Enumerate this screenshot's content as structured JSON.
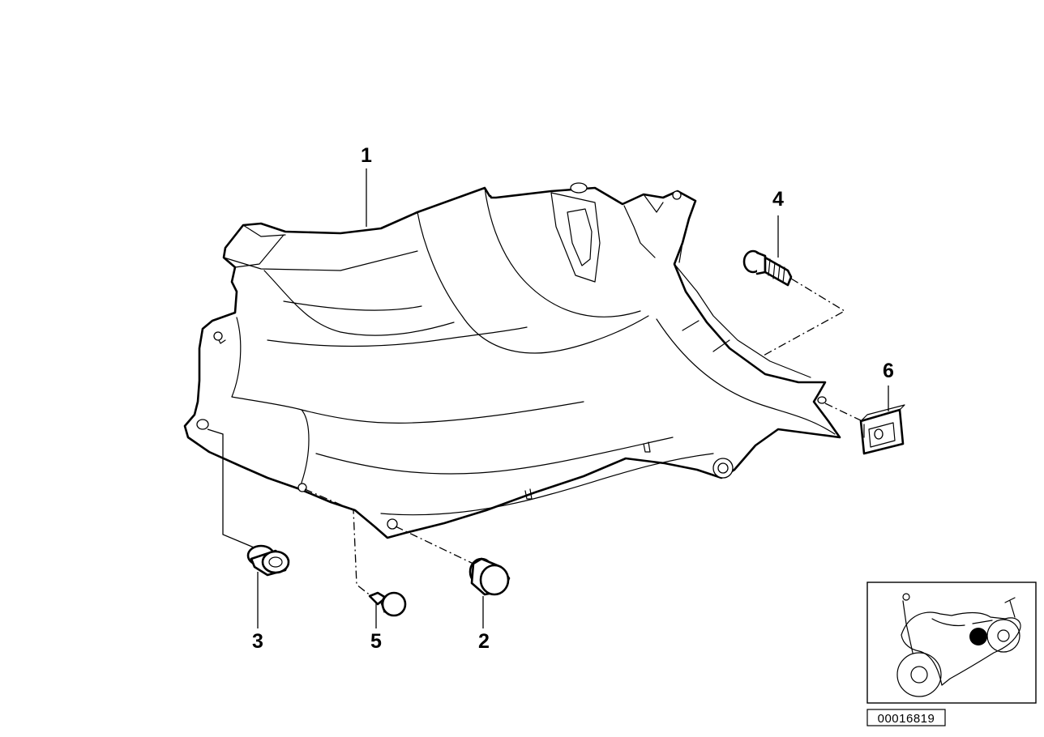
{
  "diagram": {
    "callouts": [
      {
        "id": "1",
        "label": "1"
      },
      {
        "id": "2",
        "label": "2"
      },
      {
        "id": "3",
        "label": "3"
      },
      {
        "id": "4",
        "label": "4"
      },
      {
        "id": "5",
        "label": "5"
      },
      {
        "id": "6",
        "label": "6"
      }
    ],
    "reference_number": "00016819",
    "locator": {
      "marker_color": "#000000"
    }
  }
}
